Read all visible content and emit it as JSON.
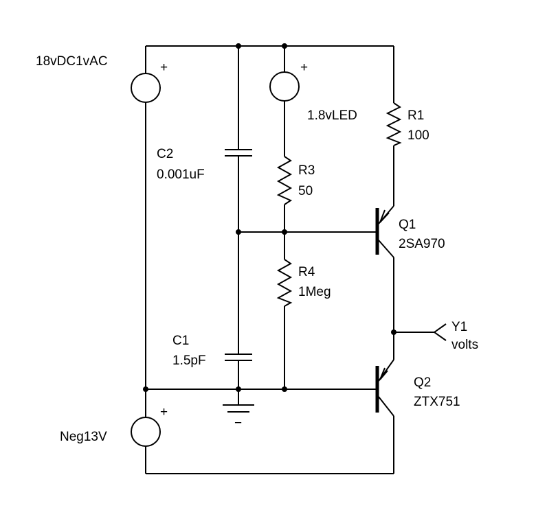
{
  "colors": {
    "line": "#000000",
    "background": "#ffffff"
  },
  "sources": {
    "v_top": {
      "label": "18vDC1vAC",
      "polarity": "+"
    },
    "v_led": {
      "label": "1.8vLED",
      "polarity": "+"
    },
    "v_neg": {
      "label": "Neg13V",
      "polarity": "+"
    }
  },
  "components": {
    "r1": {
      "ref": "R1",
      "value": "100"
    },
    "r3": {
      "ref": "R3",
      "value": "50"
    },
    "r4": {
      "ref": "R4",
      "value": "1Meg"
    },
    "c1": {
      "ref": "C1",
      "value": "1.5pF"
    },
    "c2": {
      "ref": "C2",
      "value": "0.001uF"
    },
    "q1": {
      "ref": "Q1",
      "value": "2SA970"
    },
    "q2": {
      "ref": "Q2",
      "value": "ZTX751"
    }
  },
  "probe": {
    "ref": "Y1",
    "unit": "volts"
  },
  "ground": {
    "sign": "−"
  }
}
